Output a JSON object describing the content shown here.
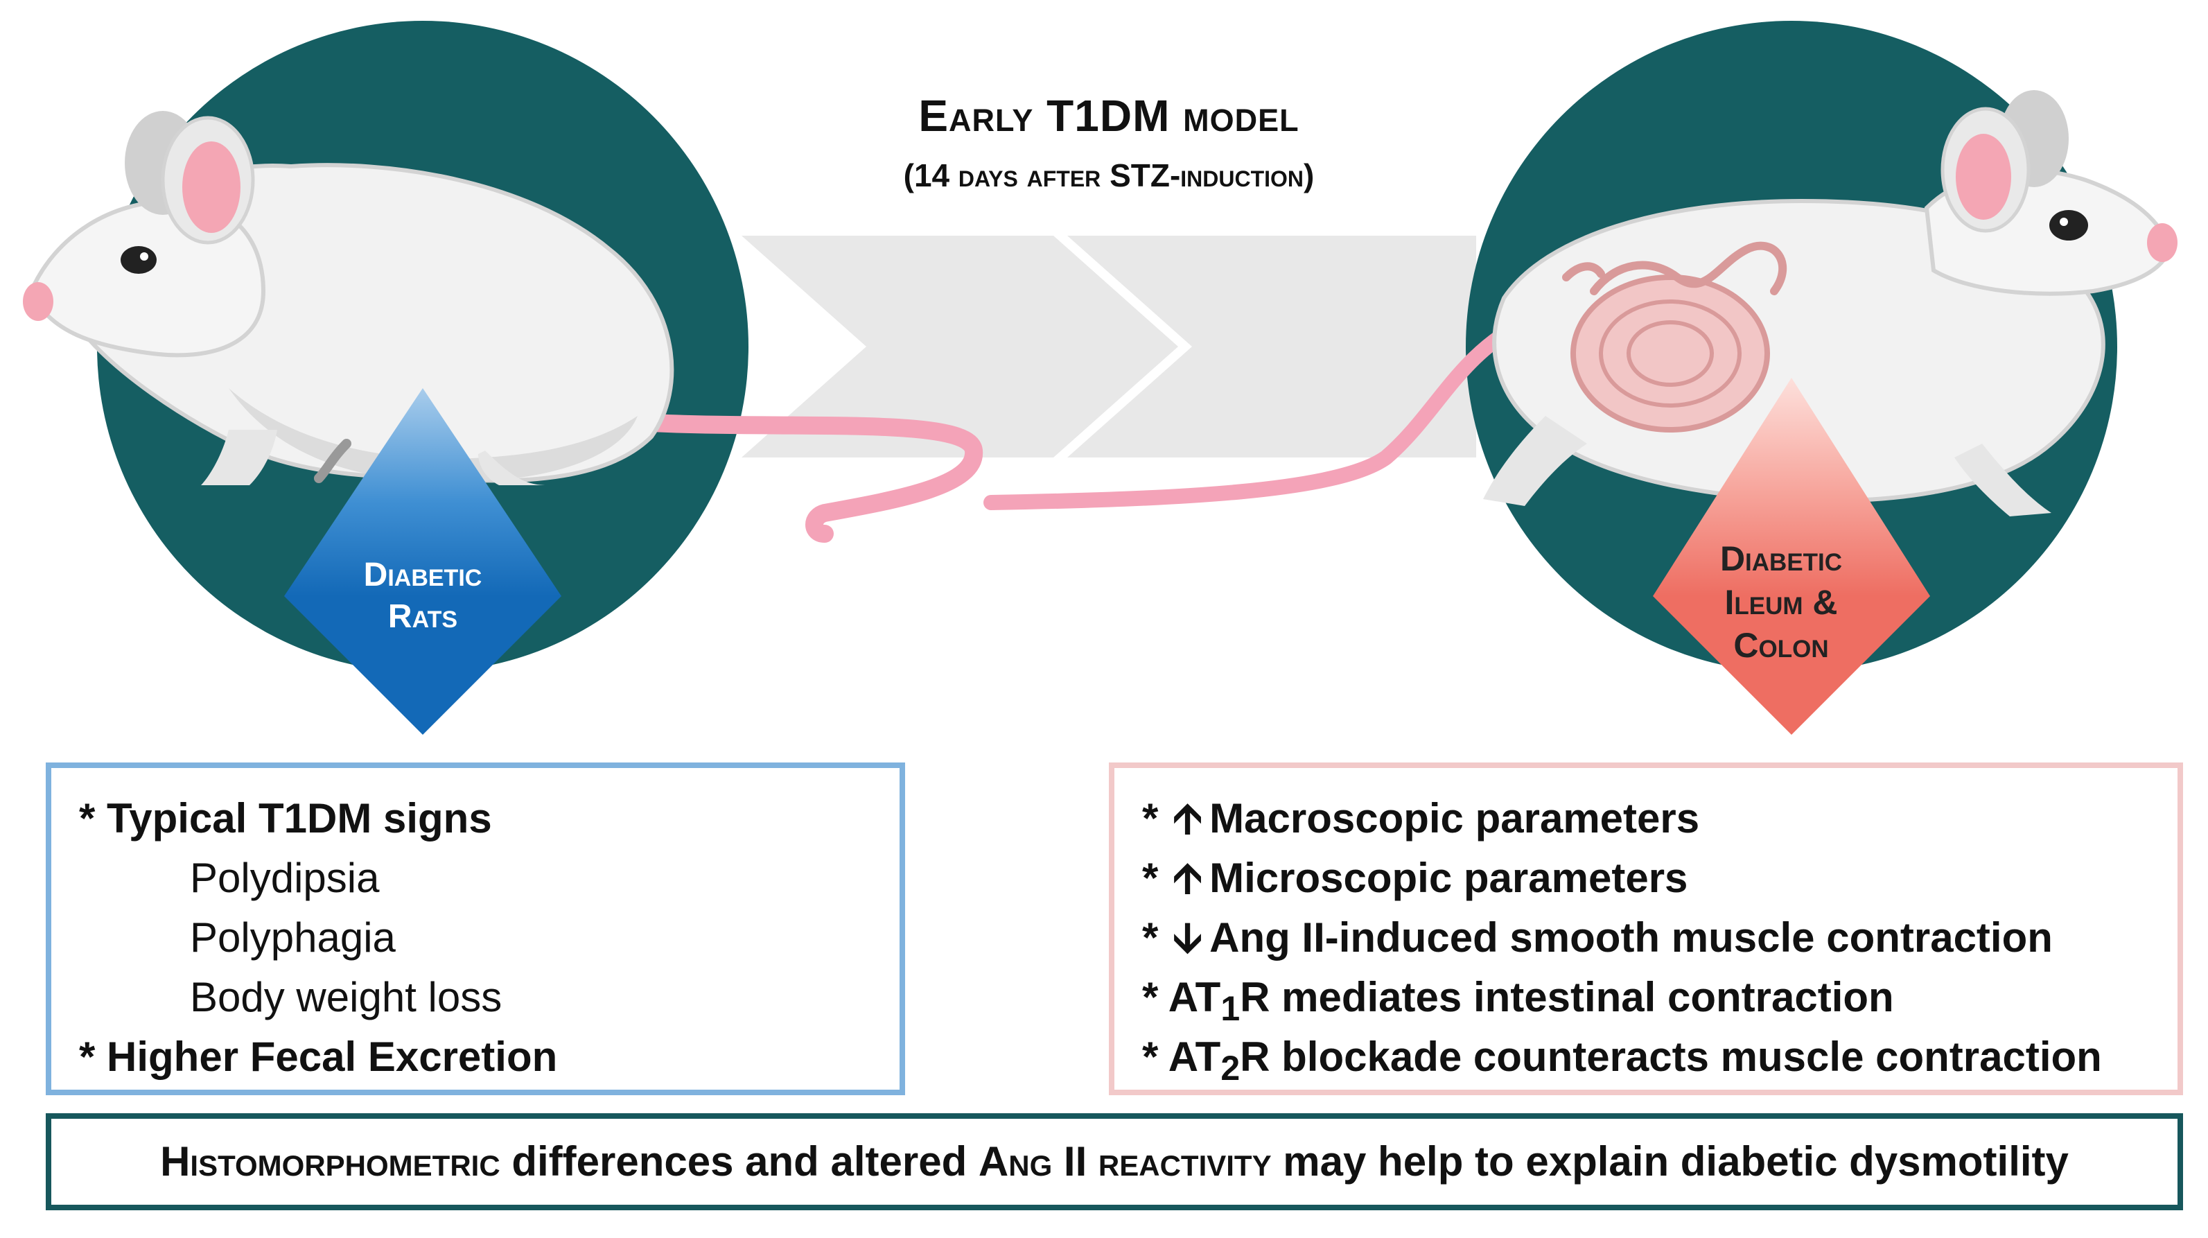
{
  "title": {
    "line1": "Early T1DM model",
    "line2": "(14 days after STZ-induction)"
  },
  "left_arrow": {
    "line1": "Diabetic",
    "line2": "Rats",
    "color": "#1f77c4"
  },
  "right_arrow": {
    "line1": "Diabetic",
    "line2": "Ileum &",
    "line3": "Colon",
    "color": "#f07b70"
  },
  "left_box": {
    "border_color": "#7fb2de",
    "items": [
      {
        "prefix": "* ",
        "text": "Typical T1DM signs"
      },
      {
        "text": "Polydipsia"
      },
      {
        "text": "Polyphagia"
      },
      {
        "text": "Body weight loss"
      },
      {
        "prefix": "* ",
        "text": "Higher Fecal Excretion"
      }
    ]
  },
  "right_box": {
    "border_color": "#f2c9c9",
    "items": [
      {
        "prefix": "* ",
        "arrow": "🡩",
        "text": "Macroscopic parameters"
      },
      {
        "prefix": "* ",
        "arrow": "🡩",
        "text": "Microscopic parameters"
      },
      {
        "prefix": "* ",
        "arrow": "🡫",
        "text": "Ang II-induced smooth muscle contraction"
      },
      {
        "prefix": "* ",
        "pre": "AT",
        "sub": "1",
        "text": "R mediates intestinal contraction"
      },
      {
        "prefix": "* ",
        "pre": "AT",
        "sub": "2",
        "text": "R blockade counteracts muscle contraction"
      }
    ]
  },
  "conclusion": {
    "part1": "Histomorphometric",
    "part2": " differences and altered ",
    "part3": "Ang II reactivity",
    "part4": " may help to explain diabetic dysmotility",
    "border_color": "#17575c"
  },
  "colors": {
    "circle": "#155e62",
    "chevron": "#e8e8e8",
    "rat_body": "#f2f2f2",
    "ear": "#f4a6b4",
    "tail": "#f4a3b8"
  },
  "icons": [
    "rat-illustration",
    "intestine-illustration",
    "chevron-arrow",
    "up-arrow-icon",
    "down-arrow-icon"
  ]
}
